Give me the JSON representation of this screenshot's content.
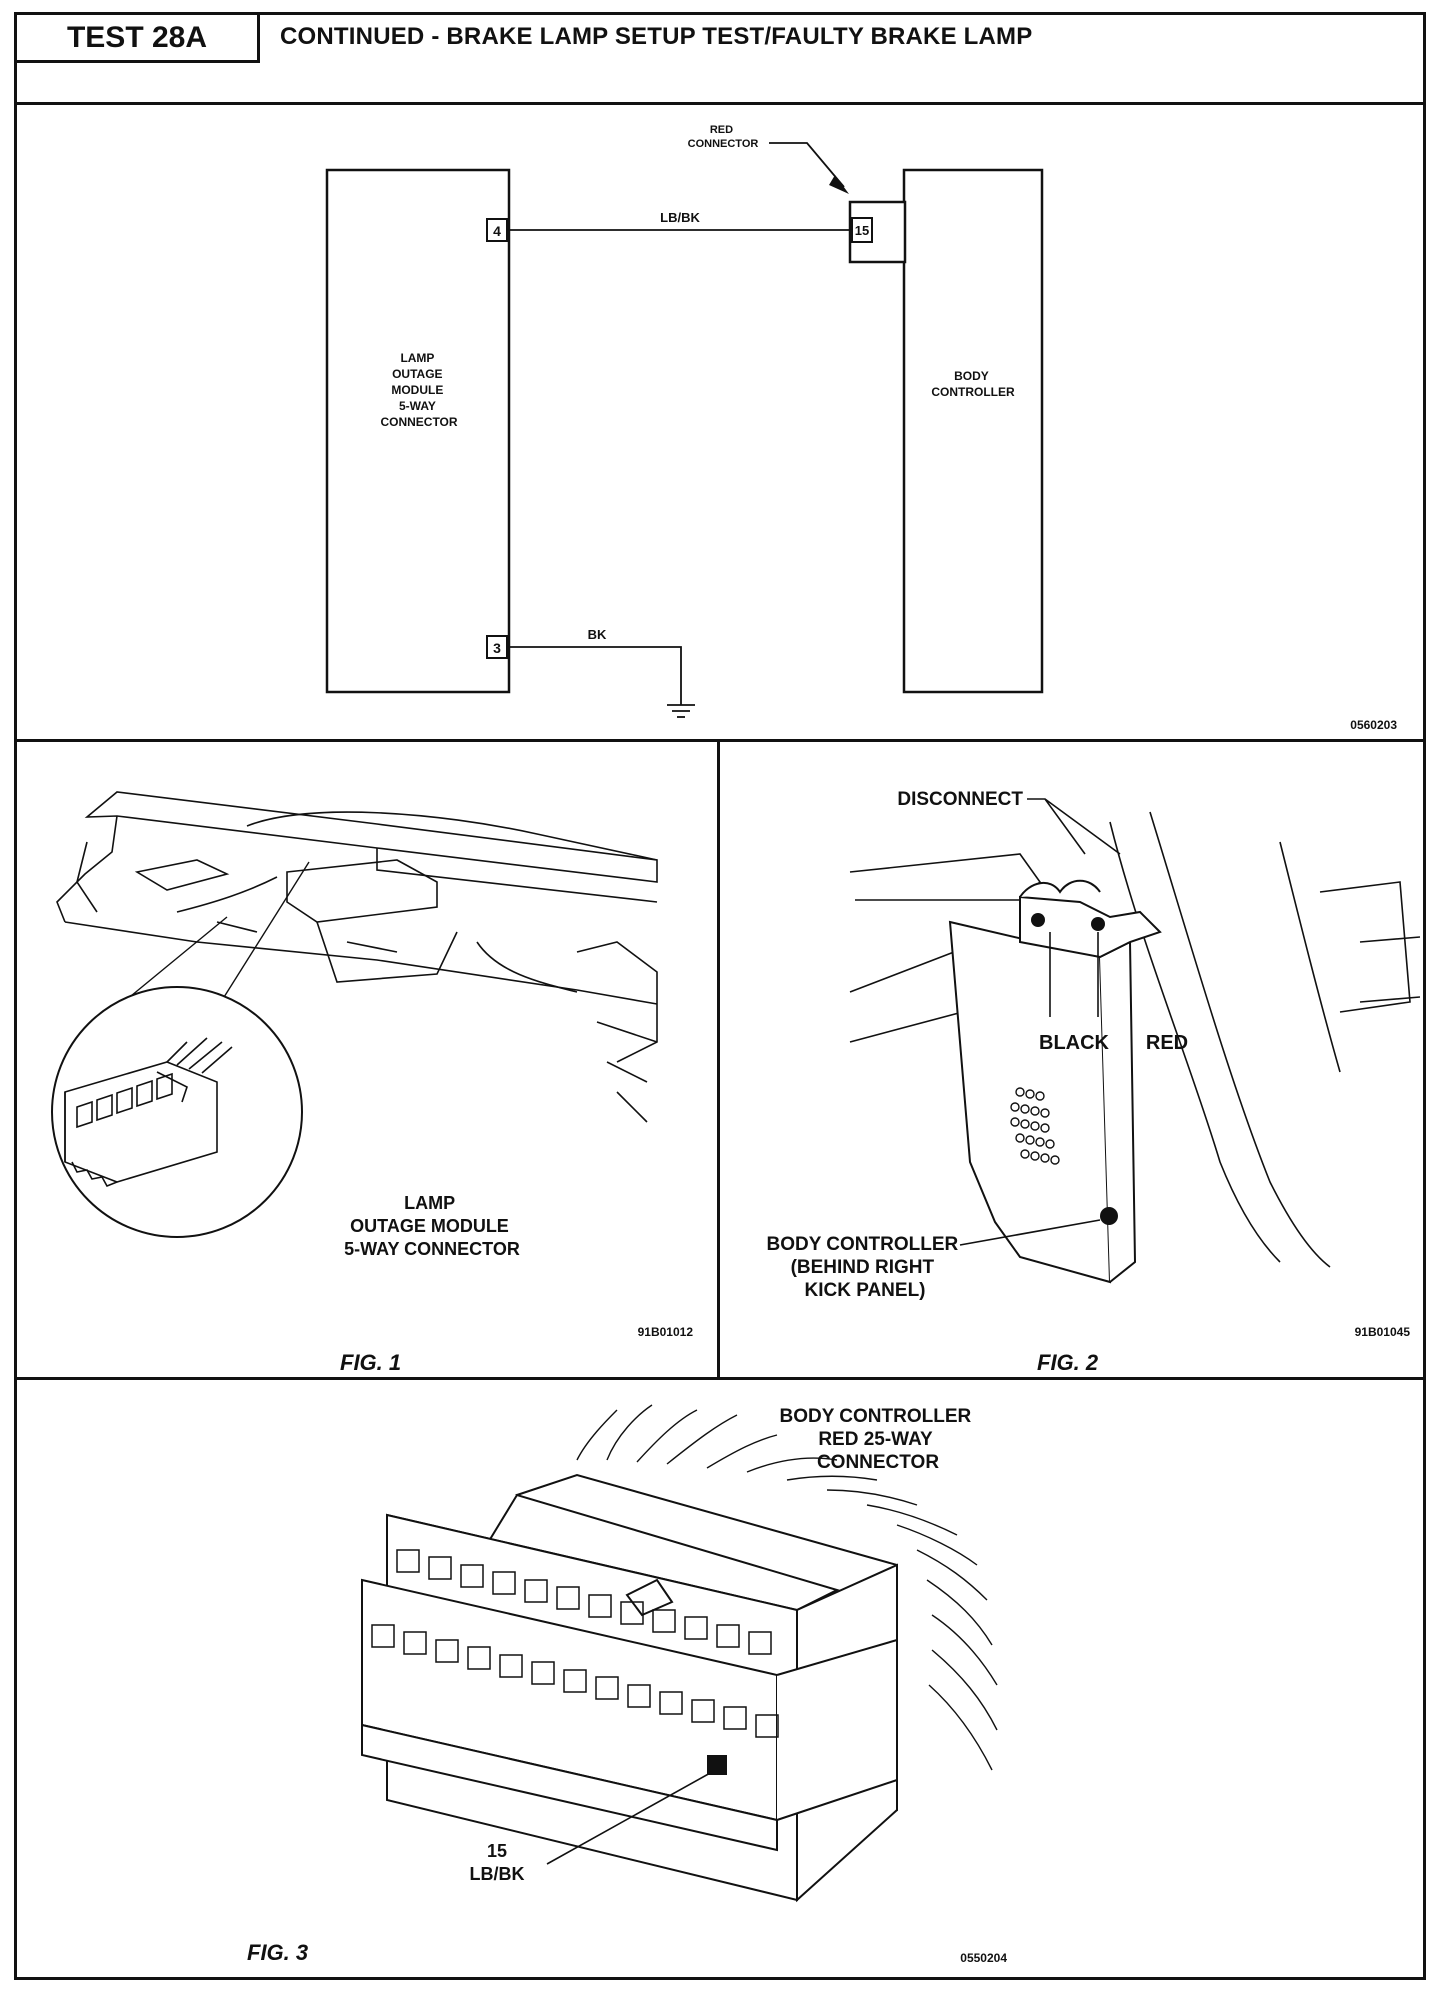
{
  "header": {
    "test_id": "TEST 28A",
    "title": "CONTINUED - BRAKE LAMP SETUP TEST/FAULTY BRAKE LAMP"
  },
  "schematic": {
    "left_box_lines": [
      "LAMP",
      "OUTAGE",
      "MODULE",
      "5-WAY",
      "CONNECTOR"
    ],
    "right_box_lines": [
      "BODY",
      "CONTROLLER"
    ],
    "pin_4": "4",
    "pin_3": "3",
    "pin_15": "15",
    "wire_top": "LB/BK",
    "wire_bottom": "BK",
    "red_connector_lines": [
      "RED",
      "CONNECTOR"
    ],
    "code": "0560203"
  },
  "fig1": {
    "label_lines": [
      "LAMP",
      "OUTAGE MODULE",
      "5-WAY CONNECTOR"
    ],
    "code": "91B01012",
    "caption": "FIG. 1"
  },
  "fig2": {
    "disconnect": "DISCONNECT",
    "black": "BLACK",
    "red": "RED",
    "body_lines": [
      "BODY CONTROLLER",
      "(BEHIND RIGHT",
      "KICK PANEL)"
    ],
    "code": "91B01045",
    "caption": "FIG. 2"
  },
  "fig3": {
    "title_lines": [
      "BODY CONTROLLER",
      "RED 25-WAY",
      "CONNECTOR"
    ],
    "pin_label": "15",
    "wire_label": "LB/BK",
    "code": "0550204",
    "caption": "FIG. 3"
  }
}
